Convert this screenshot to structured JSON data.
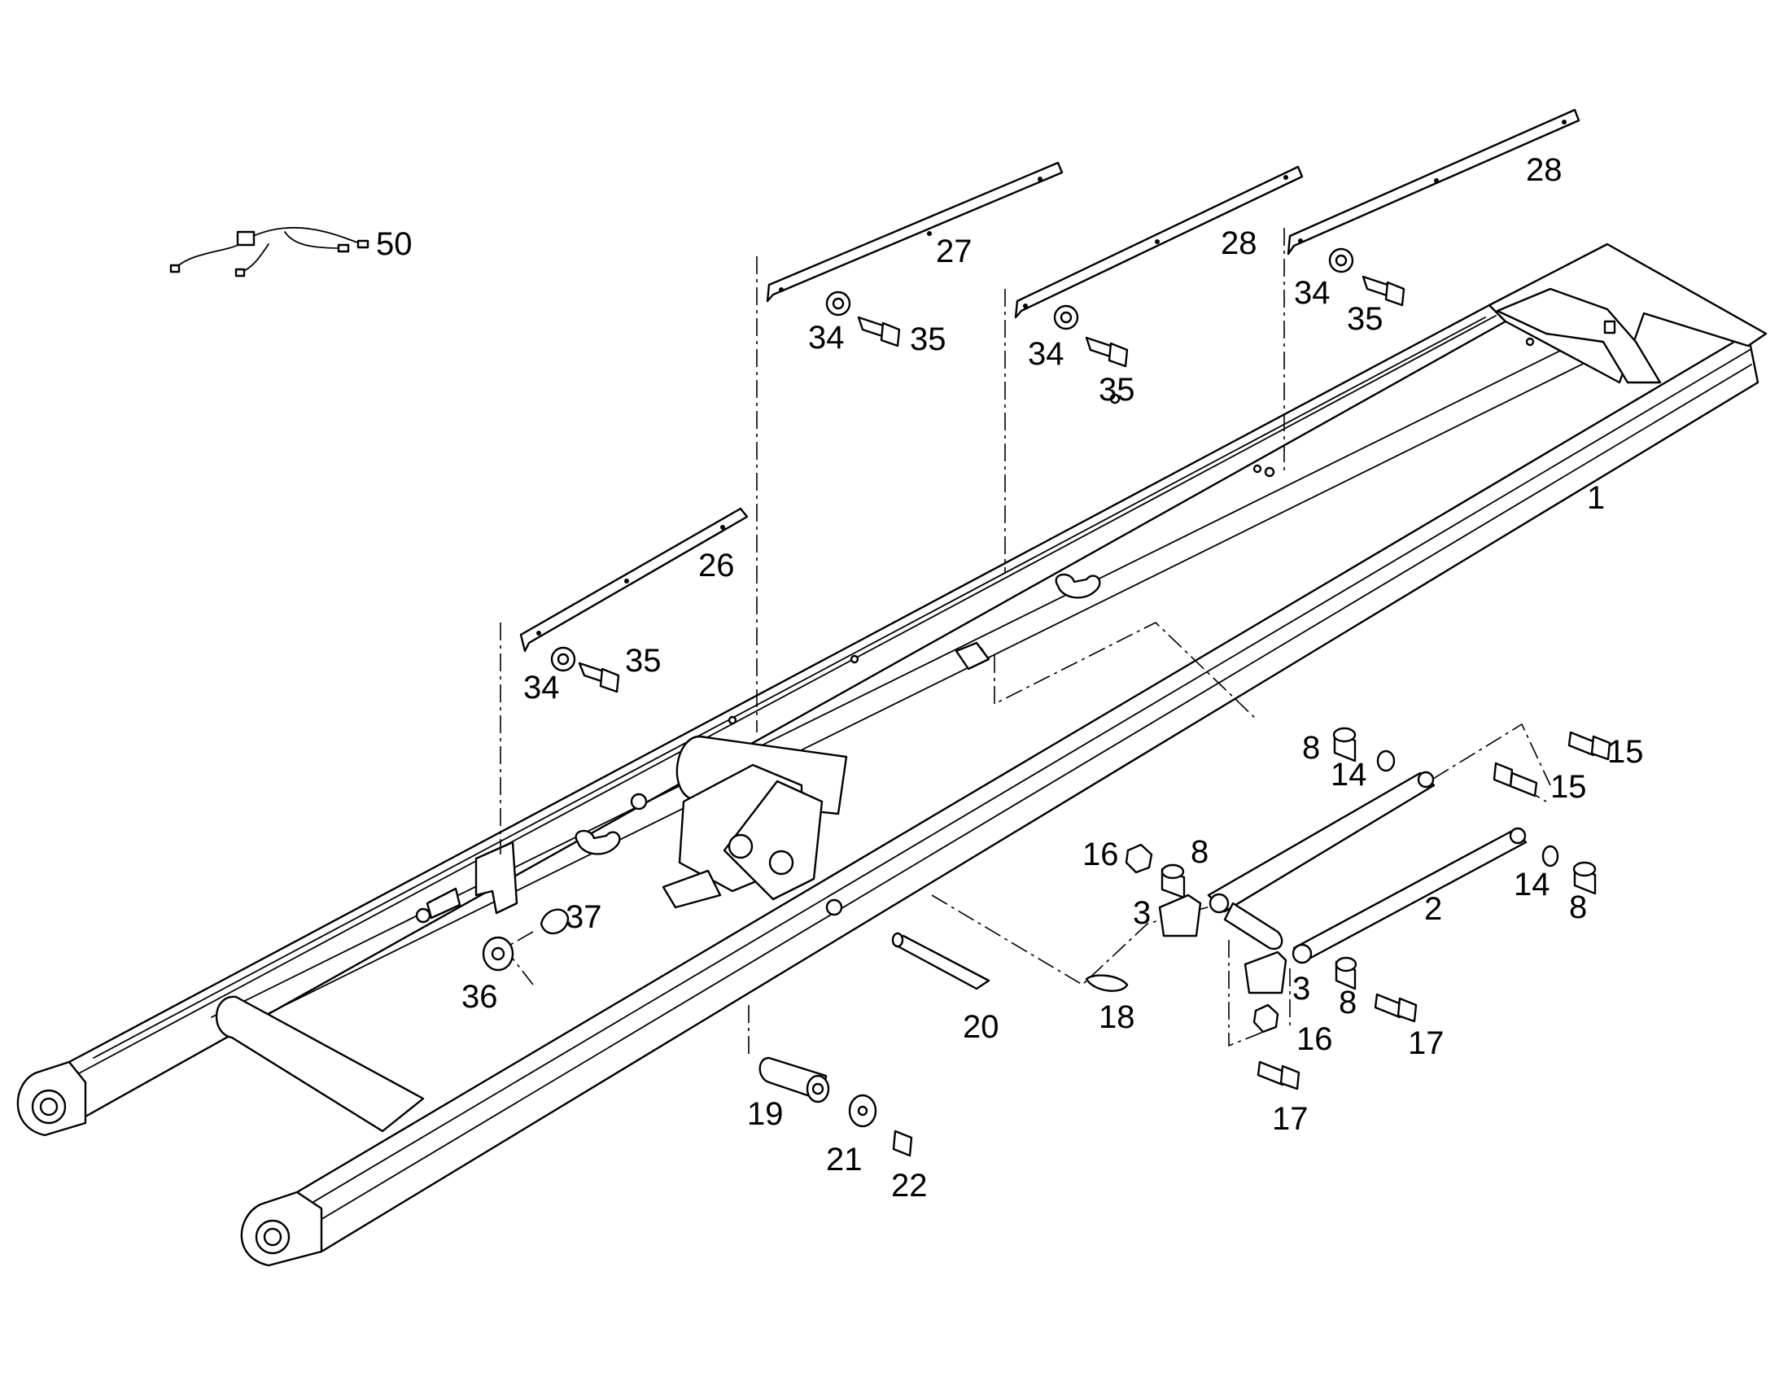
{
  "diagram": {
    "labels": {
      "p1": "1",
      "p2": "2",
      "p3a": "3",
      "p3b": "3",
      "p8a": "8",
      "p8b": "8",
      "p8c": "8",
      "p8d": "8",
      "p14a": "14",
      "p14b": "14",
      "p15a": "15",
      "p15b": "15",
      "p16a": "16",
      "p16b": "16",
      "p17a": "17",
      "p17b": "17",
      "p18": "18",
      "p19": "19",
      "p20": "20",
      "p21": "21",
      "p22": "22",
      "p26": "26",
      "p27": "27",
      "p28a": "28",
      "p28b": "28",
      "p34a": "34",
      "p34b": "34",
      "p34c": "34",
      "p34d": "34",
      "p35a": "35",
      "p35b": "35",
      "p35c": "35",
      "p35d": "35",
      "p36": "36",
      "p37": "37",
      "p50": "50"
    }
  }
}
